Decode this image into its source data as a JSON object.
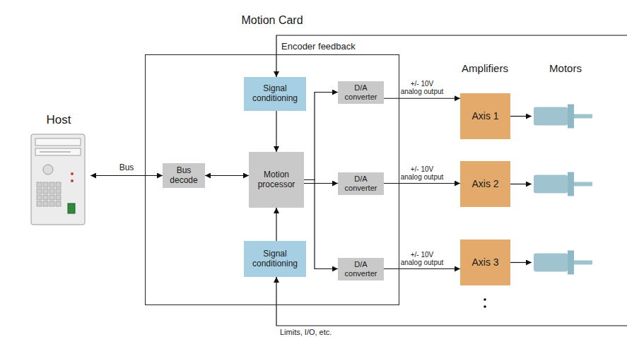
{
  "diagram": {
    "nodes": [
      {
        "text": [
          "Host"
        ]
      },
      {
        "text": [
          "Motion Card"
        ]
      },
      {
        "text": [
          "Signal conditioning"
        ],
        "in": 1
      },
      {
        "text": [
          "Bus decode"
        ],
        "in": 1
      },
      {
        "text": [
          "Motion processor"
        ],
        "in": 1
      },
      {
        "text": [
          "Signal conditioning"
        ],
        "in": 1
      },
      {
        "text": [
          "D/A converter"
        ],
        "in": 1
      },
      {
        "text": [
          "D/A converter"
        ],
        "in": 1
      },
      {
        "text": [
          "D/A converter"
        ],
        "in": 1
      },
      {
        "text": [
          "Axis 1"
        ]
      },
      {
        "text": [
          "Axis 2"
        ]
      },
      {
        "text": [
          "Axis 3"
        ]
      }
    ],
    "edges": [
      {
        "from": 0,
        "to": 3,
        "arrow": "both",
        "label": "Bus"
      },
      {
        "from": 3,
        "to": 4,
        "arrow": "both"
      },
      {
        "from": 2,
        "to": 4,
        "arrow": "to"
      },
      {
        "from": 5,
        "to": 4,
        "arrow": "to"
      },
      {
        "from": 4,
        "to": 6,
        "arrow": "to"
      },
      {
        "from": 4,
        "to": 7,
        "arrow": "to"
      },
      {
        "from": 4,
        "to": 8,
        "arrow": "to"
      },
      {
        "from": 6,
        "to": 9,
        "arrow": "to",
        "label": "+/- 10V analog output"
      },
      {
        "from": 7,
        "to": 10,
        "arrow": "to",
        "label": "+/- 10V analog output"
      },
      {
        "from": 8,
        "to": 11,
        "arrow": "to",
        "label": "+/- 10V analog output"
      }
    ],
    "labels": [
      "Encoder feedback",
      "Limits, I/O, etc.",
      "Amplifiers",
      "Motors"
    ]
  }
}
